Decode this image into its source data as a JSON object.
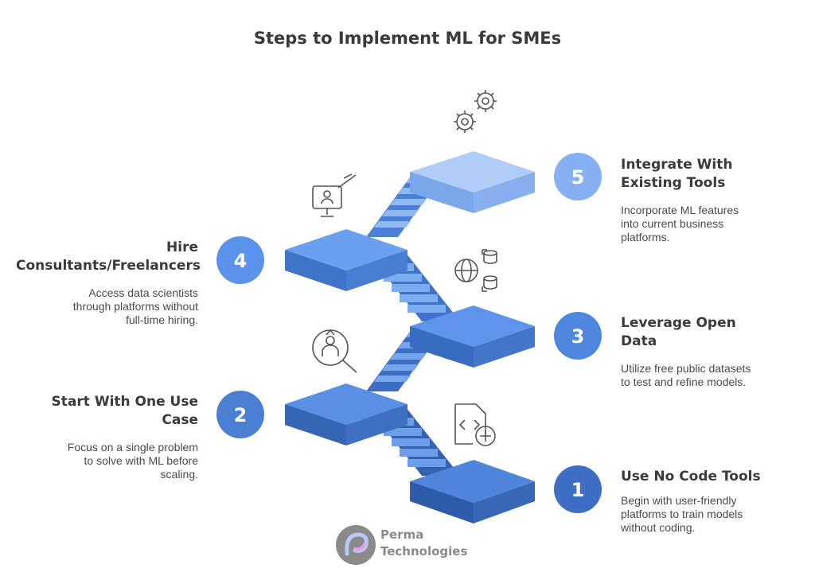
{
  "title": "Steps to Implement ML for SMEs",
  "steps": [
    {
      "number": "1",
      "title_line1": "Use No Code Tools",
      "title_line2": "",
      "desc": [
        "Begin with user-friendly",
        "platforms to train models",
        "without coding."
      ],
      "color": "#3f6fc4",
      "icon": "code-file-plus-icon"
    },
    {
      "number": "2",
      "title_line1": "Start With One Use",
      "title_line2": "Case",
      "desc": [
        "Focus on a single problem",
        "to solve with ML before",
        "scaling."
      ],
      "color": "#4a7fd4",
      "icon": "search-person-icon"
    },
    {
      "number": "3",
      "title_line1": "Leverage Open",
      "title_line2": "Data",
      "desc": [
        "Utilize free public datasets",
        "to test and refine models."
      ],
      "color": "#4f86e0",
      "icon": "globe-database-icon"
    },
    {
      "number": "4",
      "title_line1": "Hire",
      "title_line2": "Consultants/Freelancers",
      "desc": [
        "Access data scientists",
        "through platforms without",
        "full-time hiring."
      ],
      "color": "#5b93ec",
      "icon": "monitor-person-icon"
    },
    {
      "number": "5",
      "title_line1": "Integrate With",
      "title_line2": "Existing Tools",
      "desc": [
        "Incorporate ML features",
        "into current business",
        "platforms."
      ],
      "color": "#86b0f4",
      "icon": "gears-icon"
    }
  ],
  "brand": {
    "line1": "Perma",
    "line2": "Technologies",
    "logo": "perma-logo"
  }
}
